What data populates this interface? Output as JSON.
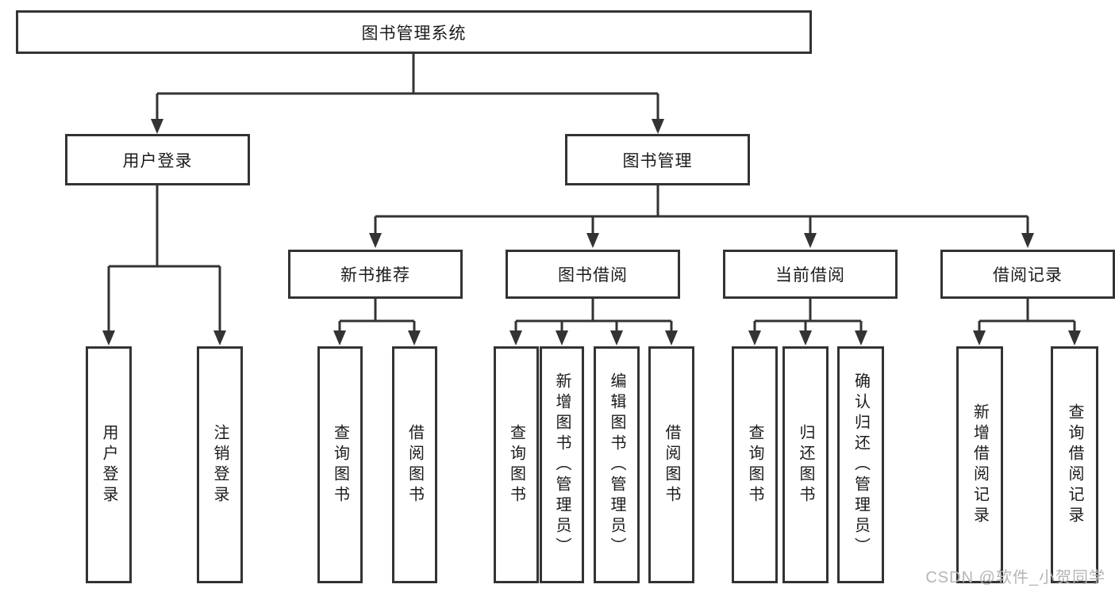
{
  "diagram_title": "图书管理系统",
  "tree": {
    "root": {
      "label": "图书管理系统"
    },
    "level2": [
      {
        "label": "用户登录"
      },
      {
        "label": "图书管理"
      }
    ],
    "level3": [
      {
        "label": "新书推荐"
      },
      {
        "label": "图书借阅"
      },
      {
        "label": "当前借阅"
      },
      {
        "label": "借阅记录"
      }
    ],
    "leaves": {
      "user_login": [
        {
          "label": "用户登录"
        },
        {
          "label": "注销登录"
        }
      ],
      "new_book_recommend": [
        {
          "label": "查询图书"
        },
        {
          "label": "借阅图书"
        }
      ],
      "book_borrow": [
        {
          "label": "查询图书"
        },
        {
          "label": "新增图书（管理员）"
        },
        {
          "label": "编辑图书（管理员）"
        },
        {
          "label": "借阅图书"
        }
      ],
      "current_borrow": [
        {
          "label": "查询图书"
        },
        {
          "label": "归还图书"
        },
        {
          "label": "确认归还（管理员）"
        }
      ],
      "borrow_record": [
        {
          "label": "新增借阅记录"
        },
        {
          "label": "查询借阅记录"
        }
      ]
    }
  },
  "watermark": {
    "text": "CSDN @软件_小贺同学"
  },
  "colors": {
    "line": "#333333",
    "box_border": "#333333",
    "text": "#1b1b1b",
    "watermark": "#b5b5b5",
    "background": "#ffffff"
  }
}
